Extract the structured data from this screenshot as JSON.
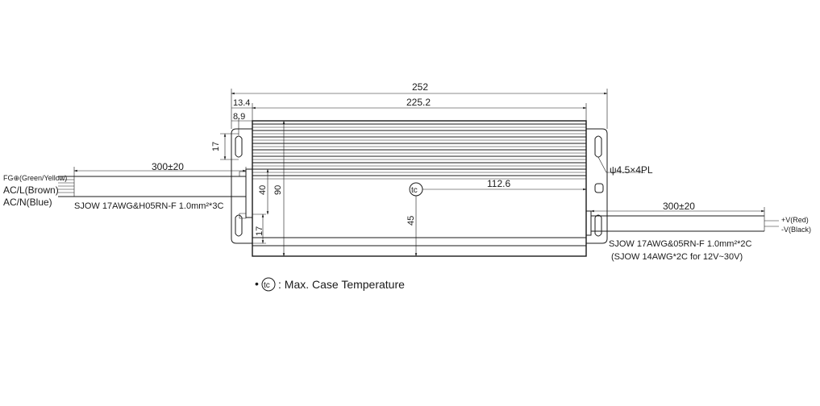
{
  "dimensions": {
    "overall_length": "252",
    "body_length": "225.2",
    "offset_a": "13.4",
    "offset_b": "8.9",
    "slot_height": "17",
    "bottom_slot": "17",
    "mount_height": "40",
    "total_height": "90",
    "center_x": "112.6",
    "center_y": "45"
  },
  "left_cable": {
    "length": "300±20",
    "wire_fg": "FG⊕(Green/Yellow)",
    "wire_acl": "AC/L(Brown)",
    "wire_acn": "AC/N(Blue)",
    "spec": "SJOW 17AWG&H05RN-F 1.0mm²*3C"
  },
  "right_cable": {
    "length": "300±20",
    "wire_pos": "+V(Red)",
    "wire_neg": "-V(Black)",
    "spec": "SJOW 17AWG&05RN-F 1.0mm²*2C",
    "spec_alt": "(SJOW 14AWG*2C for 12V~30V)"
  },
  "mounting": {
    "hole_label": "ψ4.5×4PL"
  },
  "tc_symbol": "tc",
  "legend": {
    "bullet": "•",
    "text": ": Max. Case Temperature"
  }
}
